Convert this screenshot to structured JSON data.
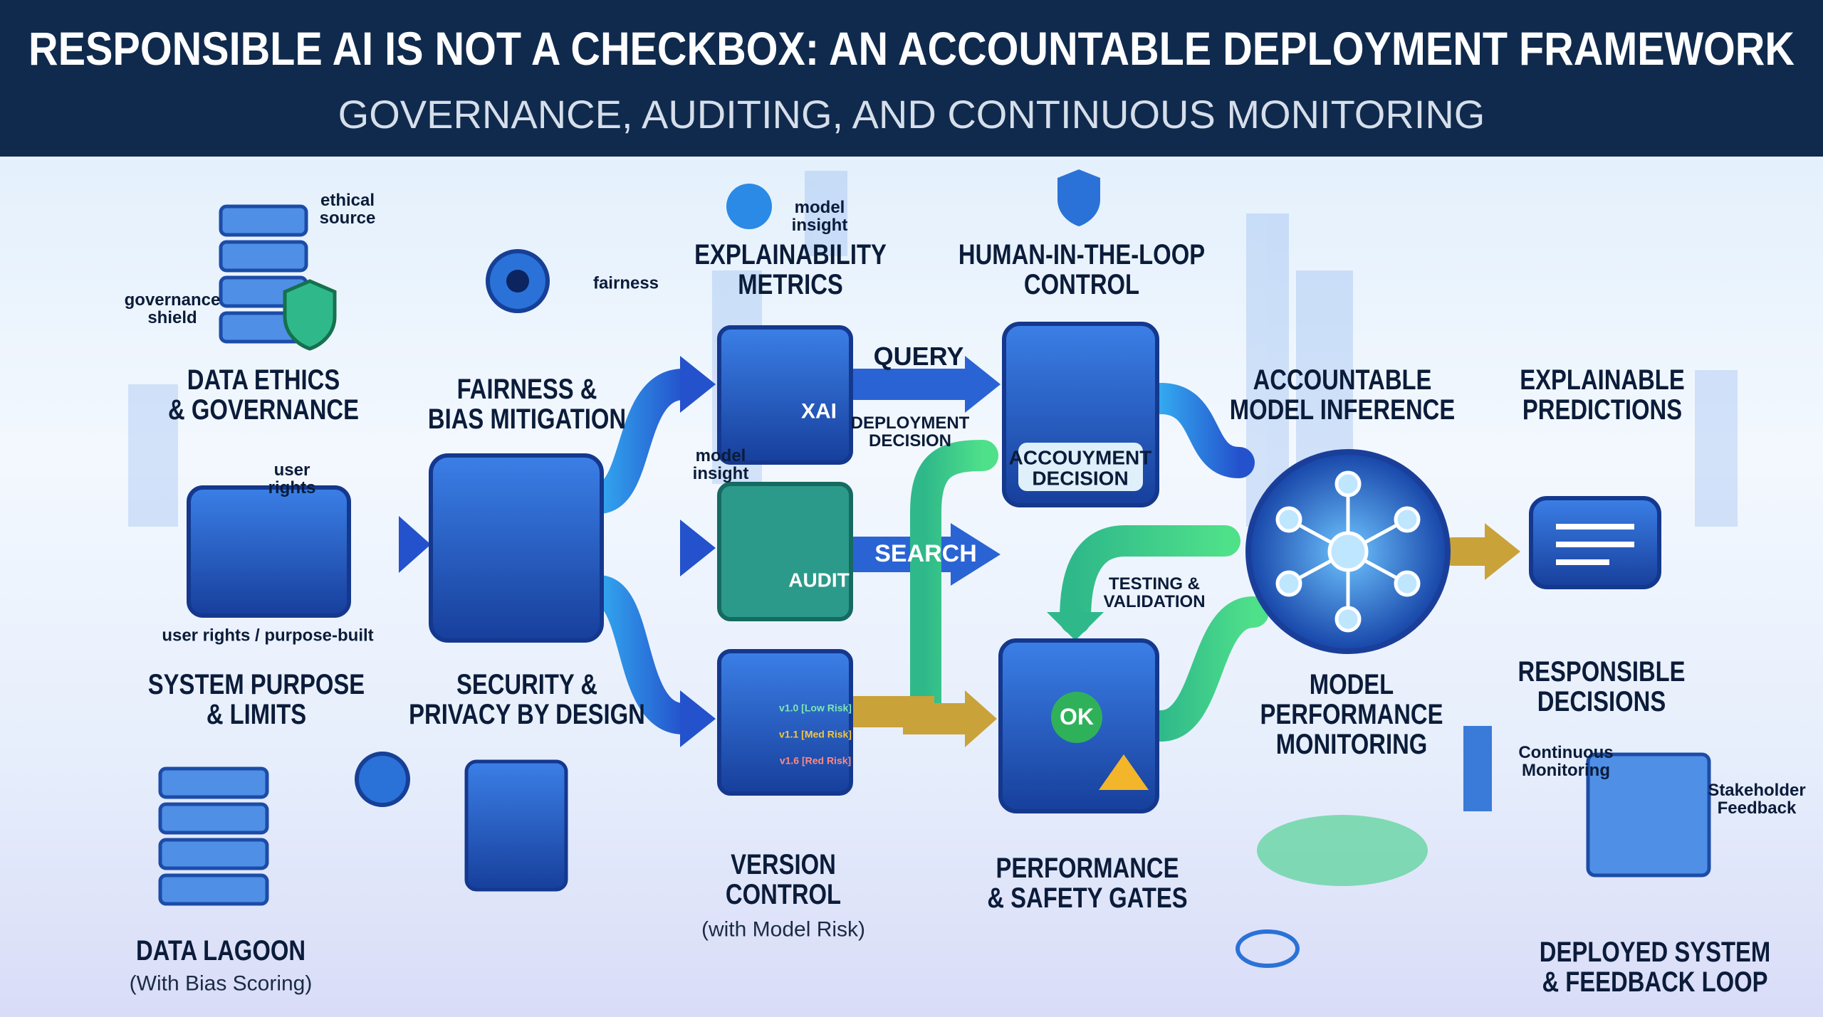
{
  "header": {
    "title": "RESPONSIBLE AI IS NOT A CHECKBOX: AN ACCOUNTABLE DEPLOYMENT FRAMEWORK",
    "subtitle": "GOVERNANCE, AUDITING, AND CONTINUOUS MONITORING"
  },
  "stages": {
    "data_ethics": "DATA ETHICS\n& GOVERNANCE",
    "fairness": "FAIRNESS &\nBIAS MITIGATION",
    "explainability": "EXPLAINABILITY\nMETRICS",
    "hitl": "HUMAN-IN-THE-LOOP\nCONTROL",
    "accountable": "ACCOUNTABLE\nMODEL INFERENCE",
    "explainable": "EXPLAINABLE\nPREDICTIONS",
    "system_purpose": "SYSTEM PURPOSE\n& LIMITS",
    "security": "SECURITY &\nPRIVACY BY DESIGN",
    "monitoring": "MODEL\nPERFORMANCE\nMONITORING",
    "responsible": "RESPONSIBLE\nDECISIONS",
    "version": "VERSION\nCONTROL",
    "version_sub": "(with Model Risk)",
    "gates": "PERFORMANCE\n& SAFETY GATES",
    "lagoon": "DATA LAGOON",
    "lagoon_sub": "(With Bias Scoring)",
    "deployed": "DEPLOYED SYSTEM\n& FEEDBACK LOOP"
  },
  "small_labels": {
    "ethical_source": "ethical\nsource",
    "governance_shield": "governance\nshield",
    "fairness": "fairness",
    "model_insight_top": "model\ninsight",
    "model_insight": "model\ninsight",
    "user_rights": "user\nrights",
    "user_rights_purpose": "user rights / purpose-built",
    "query": "QUERY",
    "deployment_decision": "DEPLOYMENT\nDECISION",
    "accouyment_decision": "ACCOUYMENT\nDECISION",
    "search": "SEARCH",
    "testing": "TESTING &\nVALIDATION",
    "continuous": "Continuous\nMonitoring",
    "stakeholder": "Stakeholder\nFeedback",
    "xai": "XAI",
    "audit": "AUDIT",
    "ok": "OK",
    "v10": "v1.0 [Low Risk]",
    "v11": "v1.1 [Med Risk]",
    "v16": "v1.6 [Red Risk]"
  },
  "colors": {
    "header": "#0f2a4d",
    "block": "#1f57c4",
    "green": "#3ccf86",
    "gold": "#c9a23a",
    "arrow": "#2a7fe0"
  }
}
